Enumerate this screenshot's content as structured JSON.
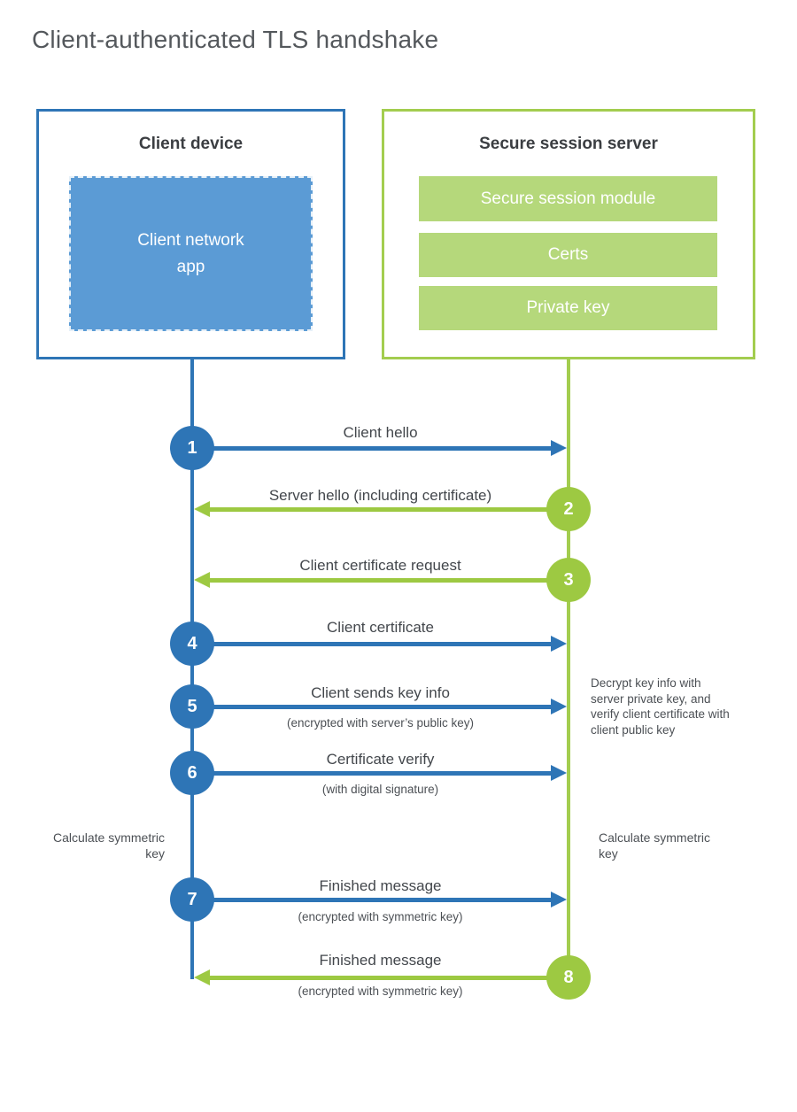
{
  "title": "Client-authenticated TLS handshake",
  "colors": {
    "client_accent": "#2e75b6",
    "client_fill": "#5b9bd5",
    "server_accent": "#9dc942",
    "server_border": "#a3cd4f",
    "server_fill": "#b5d87b"
  },
  "client": {
    "heading": "Client device",
    "app_label": "Client network app",
    "calculate_note": "Calculate symmetric key"
  },
  "server": {
    "heading": "Secure session server",
    "modules": [
      "Secure session module",
      "Certs",
      "Private key"
    ],
    "calculate_note": "Calculate symmetric key",
    "decrypt_note": "Decrypt key info with server private key, and verify client certificate with client public key"
  },
  "steps": [
    {
      "number": "1",
      "from": "client",
      "label": "Client hello",
      "sublabel": ""
    },
    {
      "number": "2",
      "from": "server",
      "label": "Server hello (including certificate)",
      "sublabel": ""
    },
    {
      "number": "3",
      "from": "server",
      "label": "Client certificate request",
      "sublabel": ""
    },
    {
      "number": "4",
      "from": "client",
      "label": "Client certificate",
      "sublabel": ""
    },
    {
      "number": "5",
      "from": "client",
      "label": "Client sends key info",
      "sublabel": "(encrypted with server’s public key)"
    },
    {
      "number": "6",
      "from": "client",
      "label": "Certificate verify",
      "sublabel": "(with digital signature)"
    },
    {
      "number": "7",
      "from": "client",
      "label": "Finished message",
      "sublabel": "(encrypted with symmetric key)"
    },
    {
      "number": "8",
      "from": "server",
      "label": "Finished message",
      "sublabel": "(encrypted with symmetric key)"
    }
  ]
}
